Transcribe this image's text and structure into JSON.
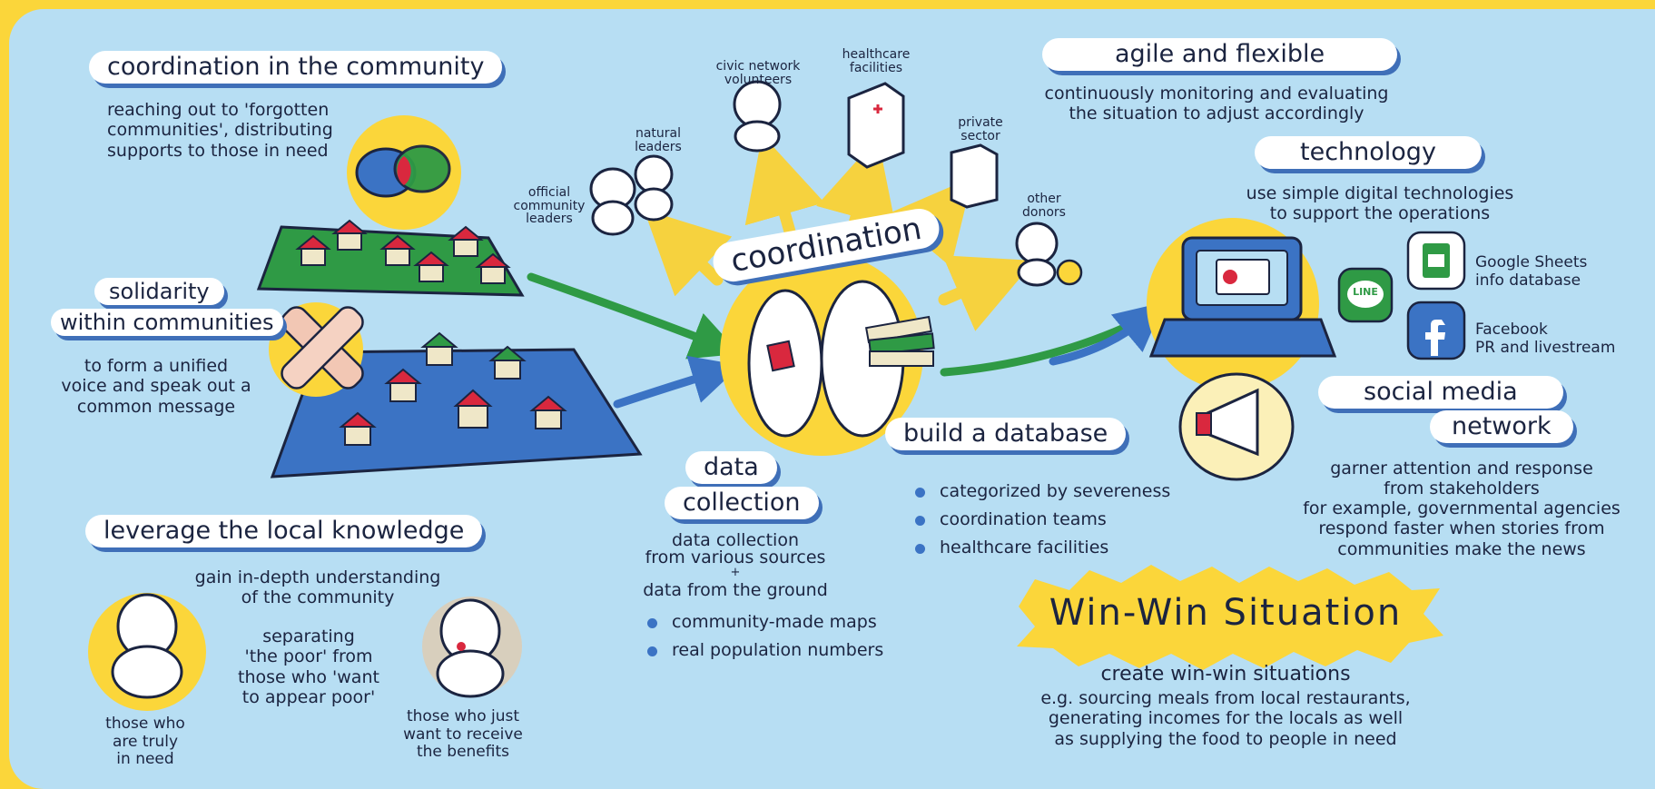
{
  "coordination_in_community": {
    "title": "coordination in the community",
    "desc": [
      "reaching out to 'forgotten",
      "communities', distributing",
      "supports to those in need"
    ]
  },
  "solidarity": {
    "title_line1": "solidarity",
    "title_line2": "within communities",
    "desc": [
      "to form a unified",
      "voice and speak out a",
      "common message"
    ]
  },
  "local_knowledge": {
    "title": "leverage the local knowledge",
    "desc": [
      "gain in-depth understanding",
      "of the community"
    ],
    "separating": [
      "separating",
      "'the poor' from",
      "those who 'want",
      "to appear poor'"
    ],
    "truly_in_need": [
      "those who",
      "are truly",
      "in need"
    ],
    "want_benefits": [
      "those who just",
      "want to receive",
      "the benefits"
    ]
  },
  "stakeholders": {
    "official_leaders": [
      "official",
      "community",
      "leaders"
    ],
    "natural_leaders": [
      "natural",
      "leaders"
    ],
    "civic_volunteers": [
      "civic network",
      "volunteers"
    ],
    "healthcare": [
      "healthcare",
      "facilities"
    ],
    "private_sector": [
      "private",
      "sector"
    ],
    "other_donors": [
      "other",
      "donors"
    ]
  },
  "coordination_label": "coordination",
  "data_collection": {
    "title_line1": "data",
    "title_line2": "collection",
    "desc": [
      "data collection",
      "from various sources",
      "+",
      "data from the ground"
    ],
    "bullets": [
      "community-made maps",
      "real population numbers"
    ]
  },
  "database": {
    "title": "build a database",
    "bullets": [
      "categorized by severeness",
      "coordination teams",
      "healthcare facilities"
    ]
  },
  "agile": {
    "title": "agile and flexible",
    "desc": [
      "continuously monitoring and evaluating",
      "the situation to adjust accordingly"
    ]
  },
  "technology": {
    "title": "technology",
    "desc": [
      "use simple digital technologies",
      "to support the operations"
    ],
    "google_sheets": [
      "Google Sheets",
      "info database"
    ],
    "facebook": [
      "Facebook",
      "PR and livestream"
    ],
    "line_logo": "LINE"
  },
  "social_media": {
    "title_line1": "social media",
    "title_line2": "network",
    "desc": [
      "garner attention and response",
      "from stakeholders"
    ],
    "example": [
      "for example, governmental agencies",
      "respond faster when stories from",
      "communities make the news"
    ]
  },
  "win_win": {
    "badge": "Win-Win Situation",
    "title": "create win-win situations",
    "desc": [
      "e.g. sourcing meals from local restaurants,",
      "generating incomes for the locals as well",
      "as supplying the food to people in need"
    ]
  },
  "colors": {
    "background": "#b7def3",
    "accent_yellow": "#fbd63a",
    "green": "#2f9a45",
    "blue": "#3b73c4",
    "red": "#d9283e"
  }
}
